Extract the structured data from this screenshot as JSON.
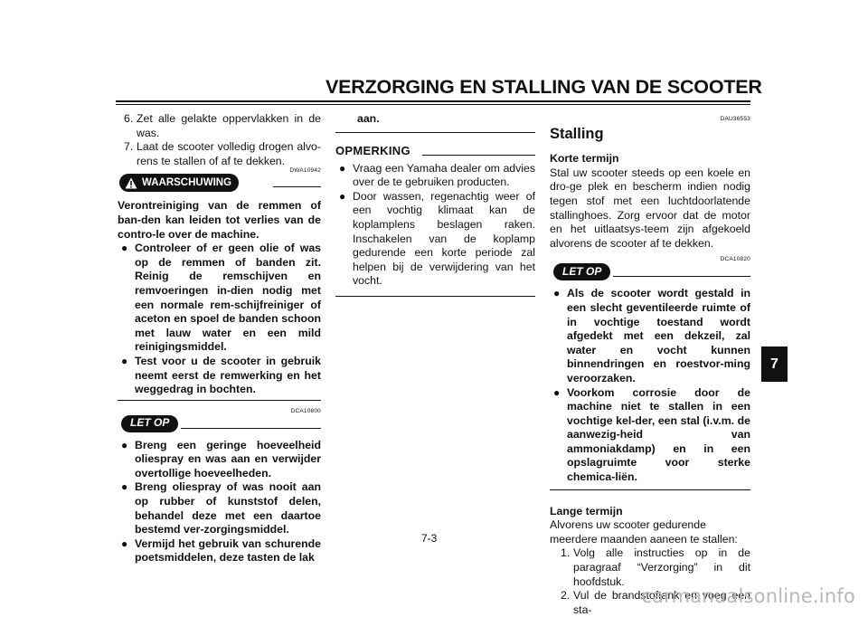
{
  "header": {
    "title": "VERZORGING EN STALLING VAN DE SCOOTER"
  },
  "chapter_tab": "7",
  "page_number": "7-3",
  "col1": {
    "steps": [
      {
        "num": "6.",
        "text": "Zet alle gelakte oppervlakken in de was."
      },
      {
        "num": "7.",
        "text": "Laat de scooter volledig drogen alvo-rens te stallen of af te dekken."
      }
    ],
    "warning": {
      "code": "DWA10942",
      "label": "WAARSCHUWING",
      "intro": "Verontreiniging van de remmen of ban-den kan leiden tot verlies van de contro-le over de machine.",
      "bullets": [
        "Controleer of er geen olie of was op de remmen of banden zit. Reinig de remschijven en remvoeringen in-dien nodig met een normale rem-schijfreiniger of aceton en spoel de banden schoon met lauw water en een mild reinigingsmiddel.",
        "Test voor u de scooter in gebruik neemt eerst de remwerking en het weggedrag in bochten."
      ]
    },
    "caution": {
      "code": "DCA10800",
      "label": "LET OP",
      "bullets": [
        "Breng een geringe hoeveelheid oliespray en was aan en verwijder overtollige hoeveelheden.",
        "Breng oliespray of was nooit aan op rubber of kunststof delen, behandel deze met een daartoe bestemd ver-zorgingsmiddel.",
        "Vermijd het gebruik van schurende poetsmiddelen, deze tasten de lak"
      ]
    }
  },
  "col2": {
    "continuation": "aan.",
    "note": {
      "label": "OPMERKING",
      "bullets": [
        "Vraag een Yamaha dealer om advies over de te gebruiken producten.",
        "Door wassen, regenachtig weer of een vochtig klimaat kan de koplamplens beslagen raken. Inschakelen van de koplamp gedurende een korte periode zal helpen bij de verwijdering van het vocht."
      ]
    }
  },
  "col3": {
    "code": "DAU36553",
    "heading": "Stalling",
    "short_term": {
      "title": "Korte termijn",
      "text": "Stal uw scooter steeds op een koele en dro-ge plek en bescherm indien nodig tegen stof met een luchtdoorlatende stallinghoes. Zorg ervoor dat de motor en het uitlaatsys-teem zijn afgekoeld alvorens de scooter af te dekken."
    },
    "caution": {
      "code": "DCA10820",
      "label": "LET OP",
      "bullets": [
        "Als de scooter wordt gestald in een slecht geventileerde ruimte of in vochtige toestand wordt afgedekt met een dekzeil, zal water en vocht kunnen binnendringen en roestvor-ming veroorzaken.",
        "Voorkom corrosie door de machine niet te stallen in een vochtige kel-der, een stal (i.v.m. de aanwezig-heid van ammoniakdamp) en in een opslagruimte voor sterke chemica-liën."
      ]
    },
    "long_term": {
      "title": "Lange termijn",
      "text": "Alvorens uw scooter gedurende meerdere maanden aaneen te stallen:",
      "steps": [
        {
          "num": "1.",
          "text": "Volg alle instructies op in de paragraaf “Verzorging” in dit hoofdstuk."
        },
        {
          "num": "2.",
          "text": "Vul de brandstoftank en voeg een sta-"
        }
      ]
    }
  },
  "watermark": "carmanualsonline.info"
}
